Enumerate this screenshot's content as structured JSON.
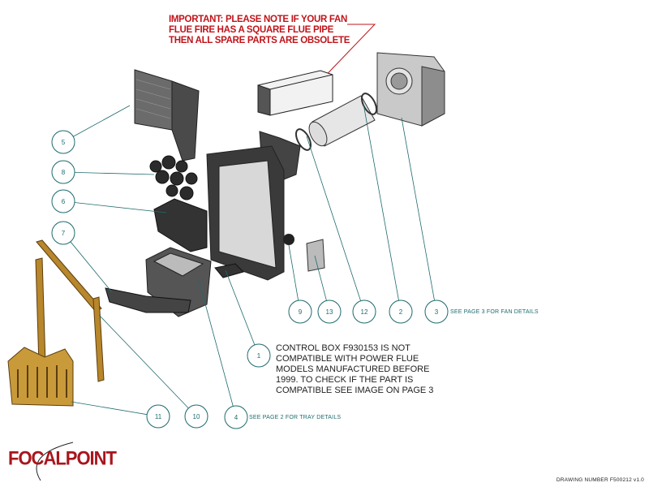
{
  "warning": [
    "IMPORTANT: PLEASE NOTE IF YOUR FAN",
    "FLUE FIRE HAS A SQUARE FLUE PIPE",
    "THEN ALL SPARE PARTS ARE OBSOLETE"
  ],
  "control_box_note": [
    "CONTROL BOX F930153 IS NOT",
    "COMPATIBLE WITH POWER FLUE",
    "MODELS MANUFACTURED BEFORE",
    "1999. TO CHECK IF THE PART IS",
    "COMPATIBLE SEE IMAGE ON PAGE 3"
  ],
  "fan_ref": "SEE PAGE 3 FOR FAN DETAILS",
  "tray_ref": "SEE PAGE 2 FOR TRAY DETAILS",
  "callouts": [
    "5",
    "8",
    "6",
    "7",
    "9",
    "13",
    "12",
    "2",
    "3",
    "1",
    "4",
    "10",
    "11"
  ],
  "logo": "FOCALPOINT",
  "drawing_number": "DRAWING NUMBER F500212 v1.0",
  "colors": {
    "warning": "#c0141a",
    "callout": "#1f6b6e",
    "brass": "#b8862b"
  }
}
